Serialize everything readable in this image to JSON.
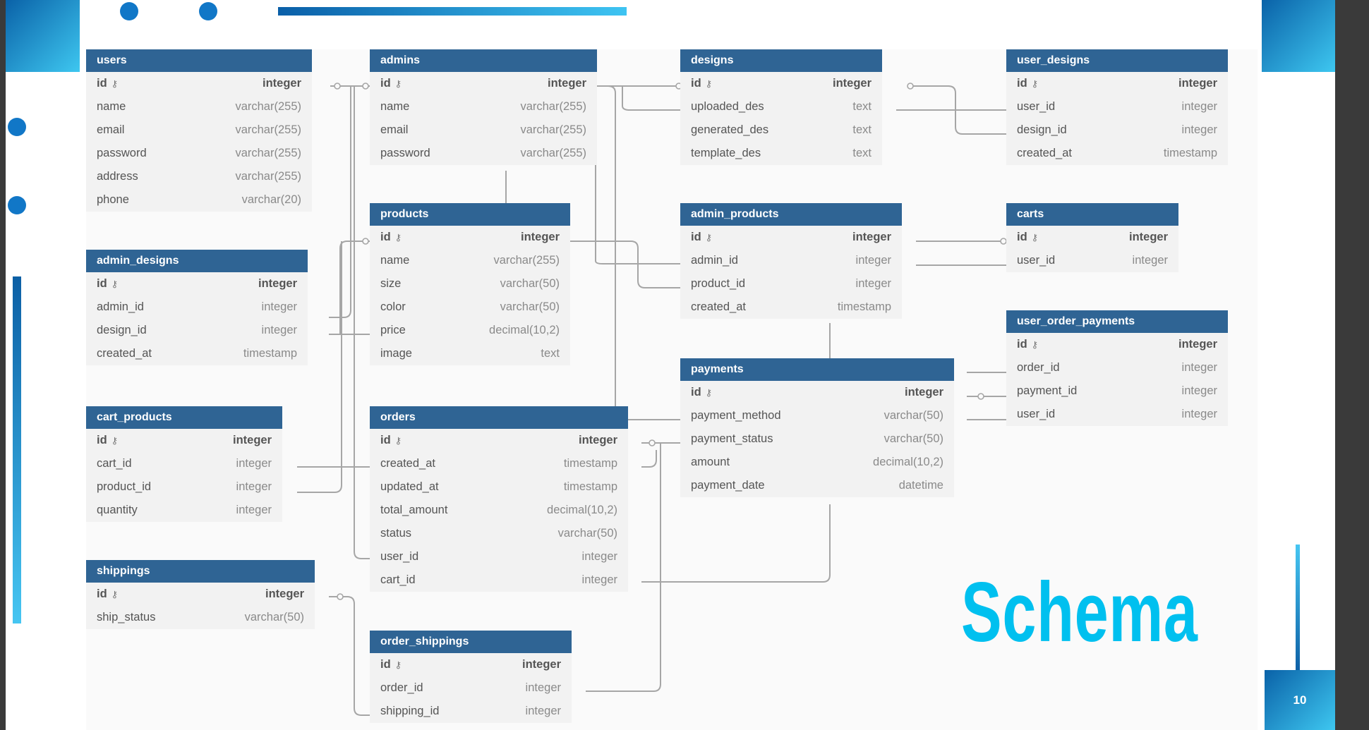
{
  "slide": {
    "title": "Schema",
    "page_number": "10",
    "accent_colors": {
      "dark_blue": "#0a5fa8",
      "light_blue": "#3ec7f0",
      "title_cyan": "#00c0ef",
      "table_header": "#2f6494"
    }
  },
  "key_icon": "key-icon",
  "tables": {
    "users": {
      "name": "users",
      "columns": [
        {
          "name": "id",
          "type": "integer",
          "pk": true
        },
        {
          "name": "name",
          "type": "varchar(255)"
        },
        {
          "name": "email",
          "type": "varchar(255)"
        },
        {
          "name": "password",
          "type": "varchar(255)"
        },
        {
          "name": "address",
          "type": "varchar(255)"
        },
        {
          "name": "phone",
          "type": "varchar(20)"
        }
      ]
    },
    "admins": {
      "name": "admins",
      "columns": [
        {
          "name": "id",
          "type": "integer",
          "pk": true
        },
        {
          "name": "name",
          "type": "varchar(255)"
        },
        {
          "name": "email",
          "type": "varchar(255)"
        },
        {
          "name": "password",
          "type": "varchar(255)"
        }
      ]
    },
    "designs": {
      "name": "designs",
      "columns": [
        {
          "name": "id",
          "type": "integer",
          "pk": true
        },
        {
          "name": "uploaded_des",
          "type": "text"
        },
        {
          "name": "generated_des",
          "type": "text"
        },
        {
          "name": "template_des",
          "type": "text"
        }
      ]
    },
    "user_designs": {
      "name": "user_designs",
      "columns": [
        {
          "name": "id",
          "type": "integer",
          "pk": true
        },
        {
          "name": "user_id",
          "type": "integer"
        },
        {
          "name": "design_id",
          "type": "integer"
        },
        {
          "name": "created_at",
          "type": "timestamp"
        }
      ]
    },
    "products": {
      "name": "products",
      "columns": [
        {
          "name": "id",
          "type": "integer",
          "pk": true
        },
        {
          "name": "name",
          "type": "varchar(255)"
        },
        {
          "name": "size",
          "type": "varchar(50)"
        },
        {
          "name": "color",
          "type": "varchar(50)"
        },
        {
          "name": "price",
          "type": "decimal(10,2)"
        },
        {
          "name": "image",
          "type": "text"
        }
      ]
    },
    "admin_products": {
      "name": "admin_products",
      "columns": [
        {
          "name": "id",
          "type": "integer",
          "pk": true
        },
        {
          "name": "admin_id",
          "type": "integer"
        },
        {
          "name": "product_id",
          "type": "integer"
        },
        {
          "name": "created_at",
          "type": "timestamp"
        }
      ]
    },
    "carts": {
      "name": "carts",
      "columns": [
        {
          "name": "id",
          "type": "integer",
          "pk": true
        },
        {
          "name": "user_id",
          "type": "integer"
        }
      ]
    },
    "admin_designs": {
      "name": "admin_designs",
      "columns": [
        {
          "name": "id",
          "type": "integer",
          "pk": true
        },
        {
          "name": "admin_id",
          "type": "integer"
        },
        {
          "name": "design_id",
          "type": "integer"
        },
        {
          "name": "created_at",
          "type": "timestamp"
        }
      ]
    },
    "user_order_payments": {
      "name": "user_order_payments",
      "columns": [
        {
          "name": "id",
          "type": "integer",
          "pk": true
        },
        {
          "name": "order_id",
          "type": "integer"
        },
        {
          "name": "payment_id",
          "type": "integer"
        },
        {
          "name": "user_id",
          "type": "integer"
        }
      ]
    },
    "payments": {
      "name": "payments",
      "columns": [
        {
          "name": "id",
          "type": "integer",
          "pk": true
        },
        {
          "name": "payment_method",
          "type": "varchar(50)"
        },
        {
          "name": "payment_status",
          "type": "varchar(50)"
        },
        {
          "name": "amount",
          "type": "decimal(10,2)"
        },
        {
          "name": "payment_date",
          "type": "datetime"
        }
      ]
    },
    "cart_products": {
      "name": "cart_products",
      "columns": [
        {
          "name": "id",
          "type": "integer",
          "pk": true
        },
        {
          "name": "cart_id",
          "type": "integer"
        },
        {
          "name": "product_id",
          "type": "integer"
        },
        {
          "name": "quantity",
          "type": "integer"
        }
      ]
    },
    "orders": {
      "name": "orders",
      "columns": [
        {
          "name": "id",
          "type": "integer",
          "pk": true
        },
        {
          "name": "created_at",
          "type": "timestamp"
        },
        {
          "name": "updated_at",
          "type": "timestamp"
        },
        {
          "name": "total_amount",
          "type": "decimal(10,2)"
        },
        {
          "name": "status",
          "type": "varchar(50)"
        },
        {
          "name": "user_id",
          "type": "integer"
        },
        {
          "name": "cart_id",
          "type": "integer"
        }
      ]
    },
    "shippings": {
      "name": "shippings",
      "columns": [
        {
          "name": "id",
          "type": "integer",
          "pk": true
        },
        {
          "name": "ship_status",
          "type": "varchar(50)"
        }
      ]
    },
    "order_shippings": {
      "name": "order_shippings",
      "columns": [
        {
          "name": "id",
          "type": "integer",
          "pk": true
        },
        {
          "name": "order_id",
          "type": "integer"
        },
        {
          "name": "shipping_id",
          "type": "integer"
        }
      ]
    }
  }
}
